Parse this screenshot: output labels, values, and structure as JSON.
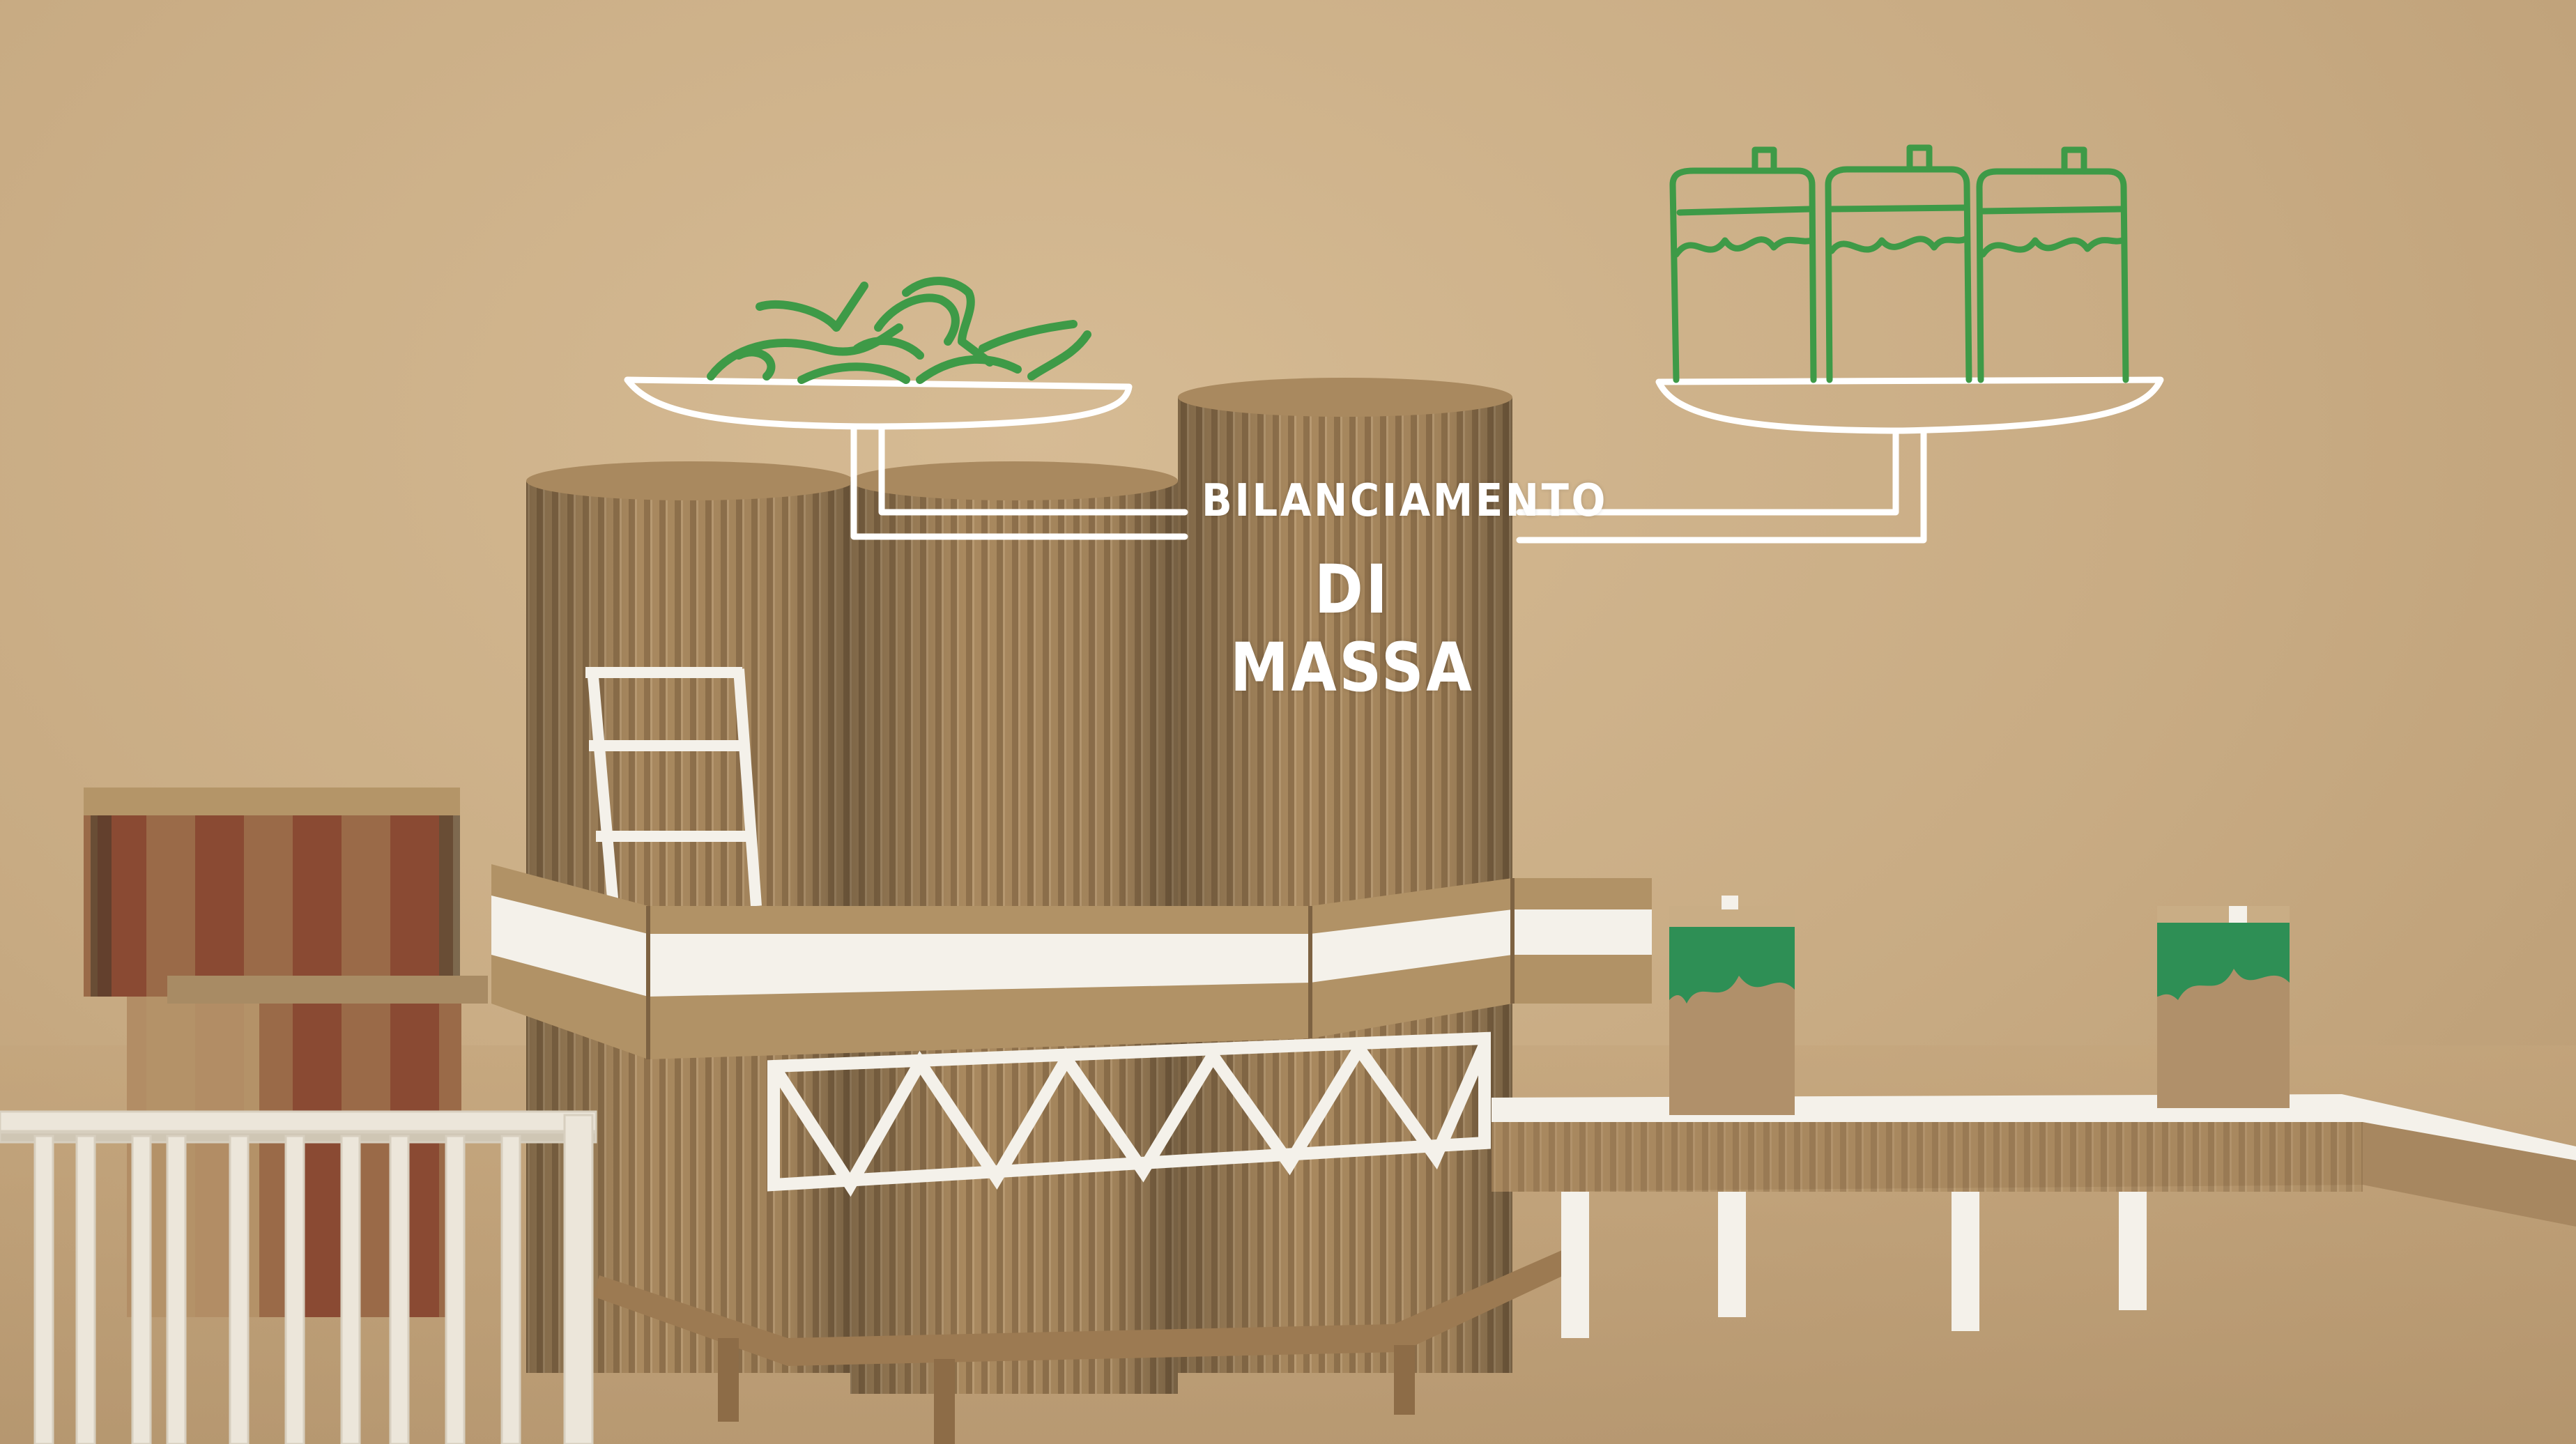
{
  "caption": {
    "line1": "BILANCIAMENTO",
    "line2": "DI MASSA"
  },
  "colors": {
    "background": "#c8ab83",
    "cardboard": "#a98a63",
    "cardboard_dark": "#8e6f4d",
    "paper_white": "#f4f1ea",
    "doodle_white": "#ffffff",
    "doodle_green": "#3e9a47",
    "carton_green": "#2e8f55",
    "red_brown": "#8a4a33"
  },
  "illustration": {
    "left_plate": "noodle-pile-icon",
    "right_plate": "carton-pack-icon",
    "right_plate_count": 3
  }
}
